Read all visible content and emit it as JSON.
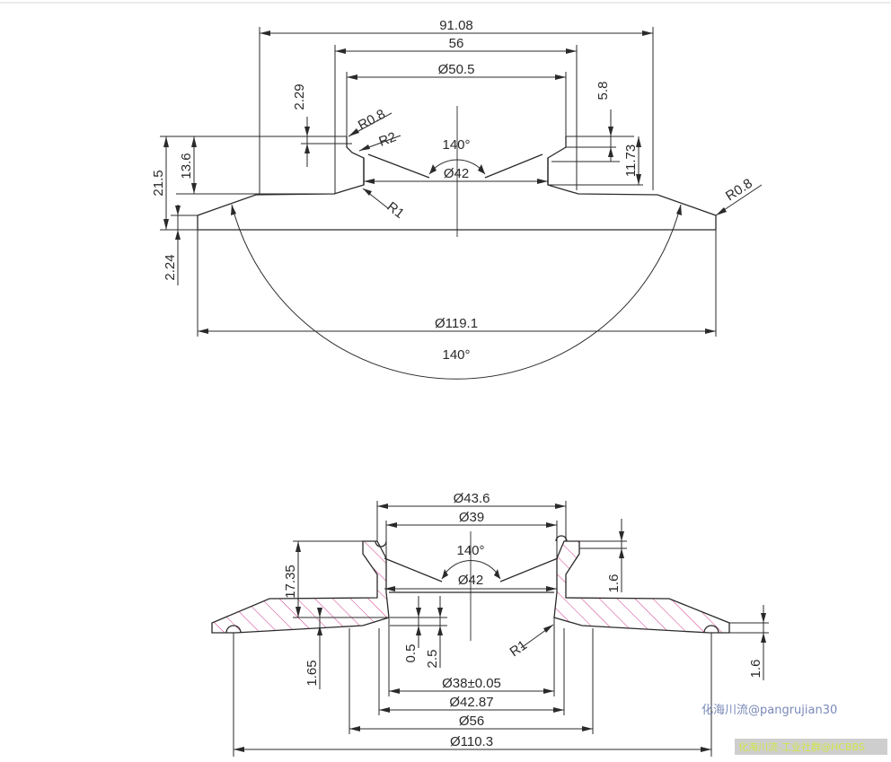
{
  "top_view": {
    "dims": {
      "d91_08": "91.08",
      "d56": "56",
      "d50_5": "Ø50.5",
      "d42": "Ø42",
      "d119_1": "Ø119.1",
      "ang_top": "140°",
      "ang_bottom": "140°",
      "r08_left": "R0.8",
      "r2": "R2",
      "r1": "R1",
      "r08_right": "R0.8",
      "v2_29": "2.29",
      "v13_6": "13.6",
      "v21_5": "21.5",
      "v2_24": "2.24",
      "v5_8": "5.8",
      "v11_73": "11.73"
    }
  },
  "section_view": {
    "dims": {
      "d43_6": "Ø43.6",
      "d39": "Ø39",
      "ang": "140°",
      "d42": "Ø42",
      "v17_35": "17.35",
      "v1_6_upper": "1.6",
      "v0_5": "0.5",
      "v2_5": "2.5",
      "r1": "R1",
      "v1_65": "1.65",
      "v1_6_lower": "1.6",
      "d38": "Ø38±0.05",
      "d42_87": "Ø42.87",
      "d56": "Ø56",
      "d110_3": "Ø110.3"
    }
  },
  "watermarks": {
    "author": "化海川流@pangrujian30",
    "forum": "化海川流-工业社群@HCBBS"
  },
  "colors": {
    "line": "#2a2a2a",
    "hatch": "#d1378d",
    "watermark_author": "#7a89b8",
    "watermark_forum": "#d2e64a"
  }
}
